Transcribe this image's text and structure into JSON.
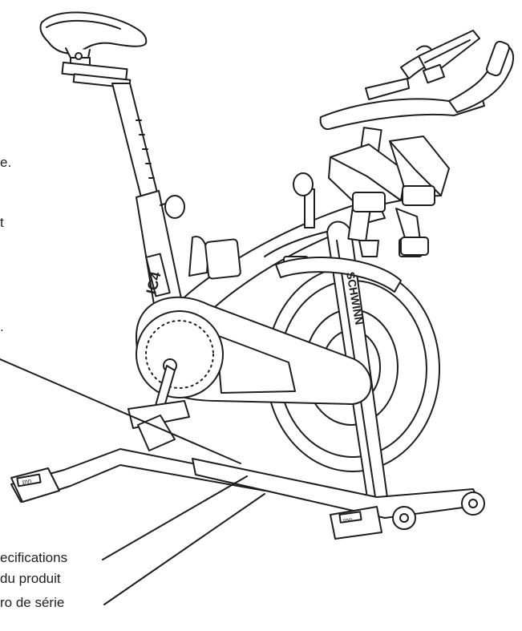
{
  "bike": {
    "model_badge": "IC4",
    "brand_lettering": "SCHWINN",
    "foot_badge": "ɪnn"
  },
  "left_text_fragments": [
    "e.",
    "t",
    "."
  ],
  "callouts": {
    "specifications": "ecifications",
    "product": "du produit",
    "serial": "ro de série"
  },
  "colors": {
    "stroke": "#1e1e1e",
    "fill": "#ffffff",
    "shade": "#d9d9d9"
  }
}
